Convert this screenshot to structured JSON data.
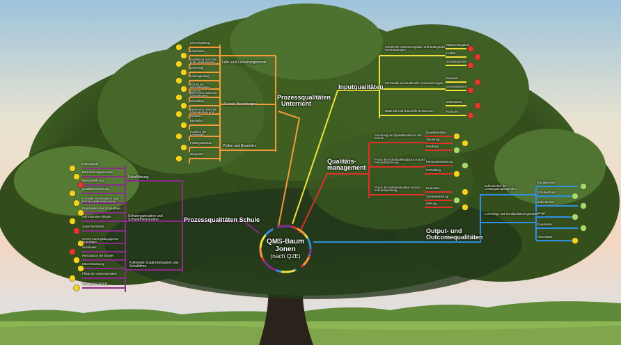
{
  "center": {
    "line1": "QMS-Baum",
    "line2": "Jonen",
    "line3": "(nach Q2E)"
  },
  "colors": {
    "orange": "#f59a3a",
    "yellow": "#f2e23a",
    "red": "#e0302c",
    "blue": "#2f8fe0",
    "purple": "#8a2a8a",
    "dot_red": "#e3362e",
    "dot_yellow": "#f2d21c",
    "dot_green": "#a6d86a"
  },
  "branches": {
    "prozess_unterricht": {
      "title1": "Prozessqualitäten",
      "title2": "Unterricht",
      "groups": [
        "Lehr- und Lernarrangements",
        "Soziale Beziehungen",
        "Prüfen und Beurteilen"
      ],
      "items": [
        "Lernumgebung",
        "Lehrinhalte",
        "Gestaltung von Lehr- und Lernprozessen",
        "Lernerfolg",
        "Lernbegleitung",
        "Förderung selbstständigen Lernens",
        "Beziehung zwischen Lehrpersonen",
        "Schulklima",
        "Beziehung zwischen Lehrpersonen und Schülern",
        "Beurteilen",
        "Funktion der Leistungen",
        "Prüfungsanlässe",
        "Zeugnisse"
      ]
    },
    "input": {
      "title": "Inputqualitäten",
      "groups": [
        "Schulische Rahmenvorgaben und strategische Vereinbarungen",
        "Personelle und strukturelle Voraussetzungen",
        "Materielle und finanzielle Ressourcen"
      ],
      "items": [
        "Rahmenvorgaben",
        "Leitbild",
        "Schulprogramm",
        "Personal",
        "Schulstrukturen",
        "Infrastruktur",
        "Finanzen"
      ]
    },
    "qm": {
      "title1": "Qualitäts-",
      "title2": "management",
      "groups": [
        "Steuerung der Qualitätsarbeit an der Schule",
        "Praxis der Individualfeedbacks und der Personalförderung",
        "Praxis der Selbstevaluation und der Schulentwicklung"
      ],
      "items": [
        "Qualitätsleitbild",
        "Steuerung",
        "Feedback",
        "Personalentwicklung",
        "Fortbildung",
        "Evaluation",
        "Schulentwicklung",
        "Wirkung"
      ]
    },
    "output": {
      "title1": "Output- und",
      "title2": "Outcomequalitäten",
      "groups": [
        "Zufriedenheit der Leistungsempfangenden",
        "Lernerfolge und Schullaufbahnergebnisse"
      ],
      "items": [
        "Kompetenzen",
        "Schullaufbahn",
        "Zufriedenheit",
        "Image",
        "Ergebnisse",
        "Abschlüsse"
      ]
    },
    "prozess_schule": {
      "title": "Prozessqualitäten Schule",
      "groups": [
        "Schulführung",
        "Schulorganisation und Schuladministration",
        "Kollegiale Zusammenarbeit und Schulklima"
      ],
      "items": [
        "Führungsstil",
        "Entscheidungsprozesse",
        "Personalführung",
        "Qualitätsentwicklung",
        "Formelle Informationen und Kommunikationsprozesse",
        "Organisation des Schulalltags",
        "Administrative Abläufe",
        "Zusammenarbeit",
        "Gemeinsame pädagogische Grundlagen",
        "Schulkultur",
        "Partizipation der Schüler",
        "Elternmitwirkung",
        "Pflege der Aussenkontakte",
        "Öffnung der Schule"
      ]
    }
  }
}
